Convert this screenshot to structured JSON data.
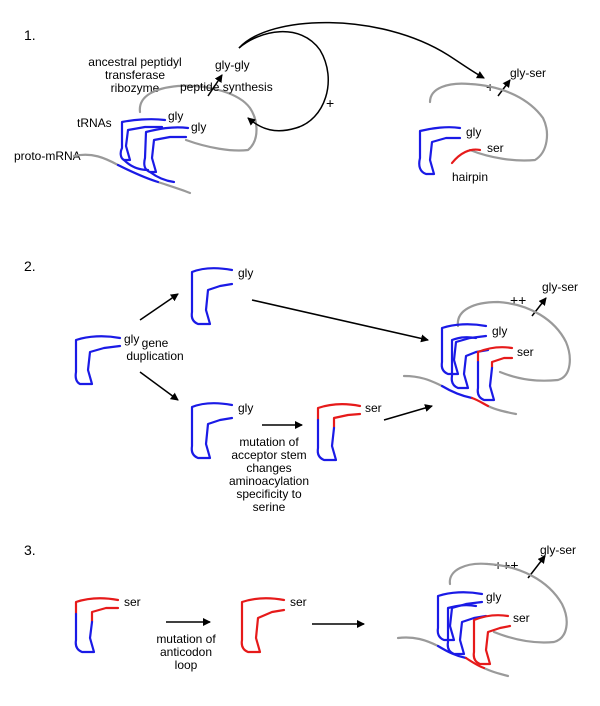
{
  "panel1": {
    "number": "1.",
    "ribozyme_line1": "ancestral peptidyl",
    "ribozyme_line2": "transferase",
    "ribozyme_line3": "ribozyme",
    "trnas": "tRNAs",
    "proto_mrna": "proto-mRNA",
    "gly_a": "gly",
    "gly_b": "gly",
    "gly_gly": "gly-gly",
    "peptide_synthesis": "peptide synthesis",
    "plus_loop": "+",
    "plus_right": "+",
    "gly_ser": "gly-ser",
    "gly_right": "gly",
    "ser_right": "ser",
    "hairpin": "hairpin"
  },
  "panel2": {
    "number": "2.",
    "gly_left": "gly",
    "gene_dup_line1": "gene",
    "gene_dup_line2": "duplication",
    "gly_top": "gly",
    "gly_bottom": "gly",
    "ser_mid": "ser",
    "mutation_line1": "mutation of",
    "mutation_line2": "acceptor stem",
    "mutation_line3": "changes",
    "mutation_line4": "aminoacylation",
    "mutation_line5": "specificity to",
    "mutation_line6": "serine",
    "plus": "++",
    "gly_ser": "gly-ser",
    "gly_right": "gly",
    "ser_right": "ser"
  },
  "panel3": {
    "number": "3.",
    "ser_left": "ser",
    "mutation_line1": "mutation of",
    "mutation_line2": "anticodon",
    "mutation_line3": "loop",
    "ser_mid": "ser",
    "plus": "+++",
    "gly_ser": "gly-ser",
    "gly_right": "gly",
    "ser_right": "ser"
  },
  "colors": {
    "trna_gly": "#1a1ae6",
    "trna_ser": "#e61a1a",
    "ribozyme": "#9a9a9a"
  }
}
